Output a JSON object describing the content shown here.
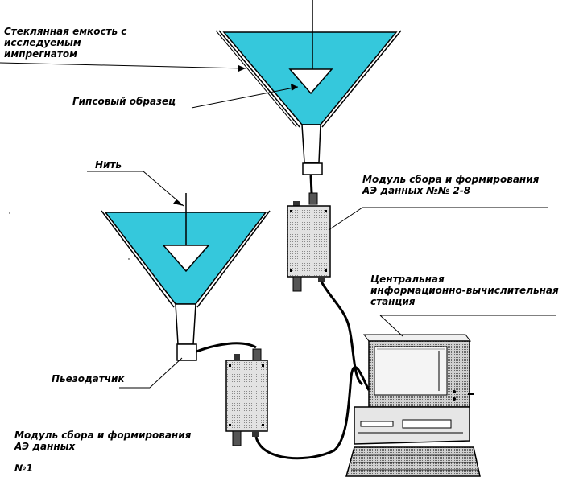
{
  "labels": {
    "glass_container": [
      "Стеклянная емкость с",
      "исследуемым",
      "импрегнатом"
    ],
    "gypsum_sample": "Гипсовый образец",
    "thread": "Нить",
    "module_2_8": [
      "Модуль сбора и формирования",
      "АЭ данных №№ 2-8"
    ],
    "central_station": [
      "Центральная",
      "информационно-вычислительная",
      "станция"
    ],
    "piezo_sensor": "Пьезодатчик",
    "module_1": [
      "Модуль сбора и формирования",
      "АЭ данных"
    ],
    "module_1_number": "№1"
  },
  "colors": {
    "liquid": "#35c8dc",
    "line": "#000000",
    "sample": "#ffffff",
    "module_body": "#d8d8d8",
    "computer_body": "#e6e6e6",
    "screen": "#f4f4f4"
  }
}
